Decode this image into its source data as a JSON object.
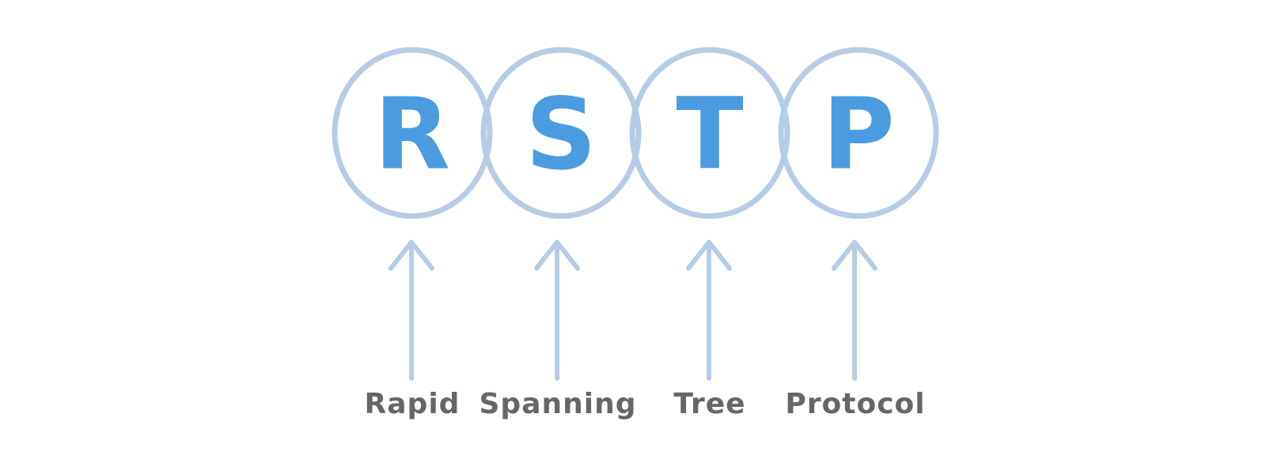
{
  "diagram": {
    "colors": {
      "ring": "#b6cce6",
      "letter": "#4b9be0",
      "arrow": "#b6cce6",
      "word": "#666666"
    },
    "items": [
      {
        "letter": "R",
        "word": "Rapid"
      },
      {
        "letter": "S",
        "word": "Spanning"
      },
      {
        "letter": "T",
        "word": "Tree"
      },
      {
        "letter": "P",
        "word": "Protocol"
      }
    ]
  }
}
